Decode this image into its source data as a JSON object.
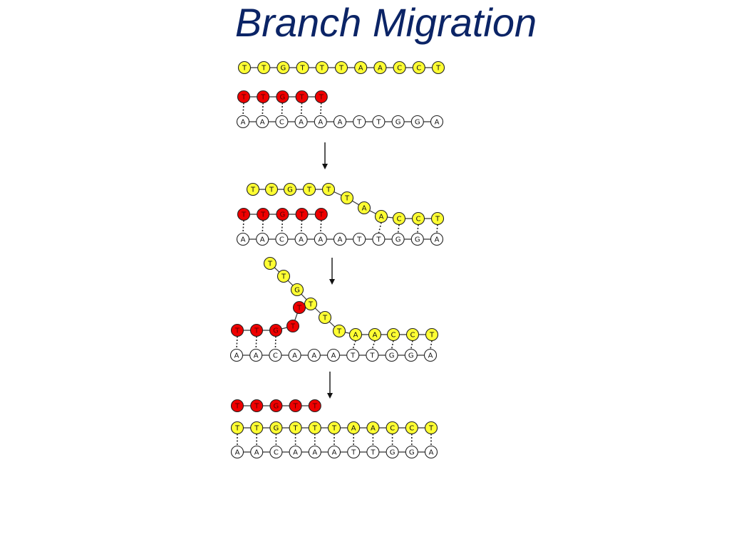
{
  "title": "Branch Migration",
  "colors": {
    "title": "#0b2466",
    "invader": "#ffff33",
    "incumbent": "#ee0000",
    "template": "#ffffff",
    "outline": "#222222"
  },
  "stages": [
    {
      "strands": [
        {
          "role": "invader",
          "bases": [
            "T",
            "T",
            "G",
            "T",
            "T",
            "T",
            "A",
            "A",
            "C",
            "C",
            "T"
          ]
        },
        {
          "role": "incumbent",
          "bases": [
            "T",
            "T",
            "G",
            "T",
            "T"
          ]
        },
        {
          "role": "template",
          "bases": [
            "A",
            "A",
            "C",
            "A",
            "A",
            "A",
            "T",
            "T",
            "G",
            "G",
            "A"
          ]
        }
      ]
    },
    {
      "strands": [
        {
          "role": "invader",
          "bases": [
            "T",
            "T",
            "G",
            "T",
            "T",
            "T",
            "A",
            "A",
            "C",
            "C",
            "T"
          ]
        },
        {
          "role": "incumbent",
          "bases": [
            "T",
            "T",
            "G",
            "T",
            "T"
          ]
        },
        {
          "role": "template",
          "bases": [
            "A",
            "A",
            "C",
            "A",
            "A",
            "A",
            "T",
            "T",
            "G",
            "G",
            "A"
          ]
        }
      ]
    },
    {
      "strands": [
        {
          "role": "invader",
          "bases": [
            "T",
            "T",
            "G",
            "T",
            "T",
            "T",
            "A",
            "A",
            "C",
            "C",
            "T"
          ]
        },
        {
          "role": "incumbent",
          "bases": [
            "T",
            "T",
            "G",
            "T",
            "T"
          ]
        },
        {
          "role": "template",
          "bases": [
            "A",
            "A",
            "C",
            "A",
            "A",
            "A",
            "T",
            "T",
            "G",
            "G",
            "A"
          ]
        }
      ]
    },
    {
      "strands": [
        {
          "role": "incumbent",
          "bases": [
            "T",
            "T",
            "G",
            "T",
            "T"
          ]
        },
        {
          "role": "invader",
          "bases": [
            "T",
            "T",
            "G",
            "T",
            "T",
            "T",
            "A",
            "A",
            "C",
            "C",
            "T"
          ]
        },
        {
          "role": "template",
          "bases": [
            "A",
            "A",
            "C",
            "A",
            "A",
            "A",
            "T",
            "T",
            "G",
            "G",
            "A"
          ]
        }
      ]
    }
  ]
}
